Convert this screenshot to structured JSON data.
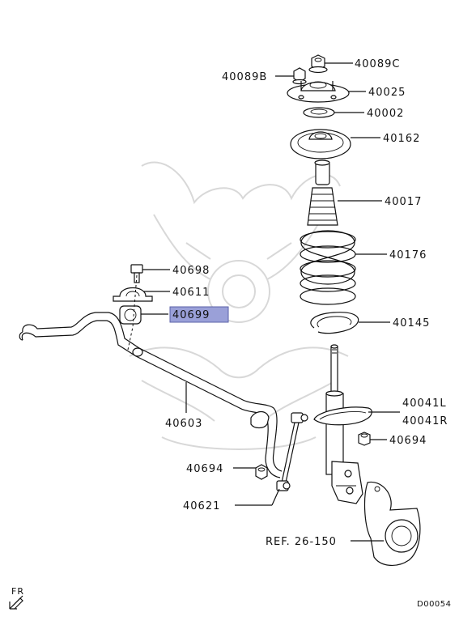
{
  "callouts": {
    "p40089C": "40089C",
    "p40089B": "40089B",
    "p40025": "40025",
    "p40002": "40002",
    "p40162": "40162",
    "p40017": "40017",
    "p40176": "40176",
    "p40145": "40145",
    "p40698": "40698",
    "p40611": "40611",
    "p40699": "40699",
    "p40603": "40603",
    "p40041L": "40041L",
    "p40041R": "40041R",
    "p40694a": "40694",
    "p40694b": "40694",
    "p40621": "40621",
    "ref": "REF. 26-150"
  },
  "highlight_color": "#9aa0d8",
  "direction_label": "FR",
  "diagram_code": "D00054"
}
